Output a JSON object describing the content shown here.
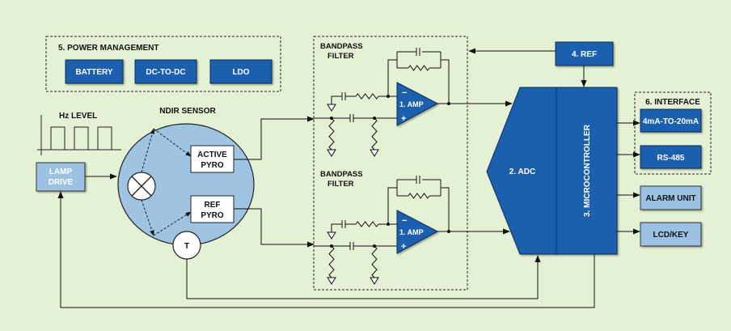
{
  "colors": {
    "background": "#e4f1d4",
    "dark_block": "#1a5fae",
    "light_block": "#9cc2e3",
    "sensor_fill": "#9fc4e2",
    "line": "#1a1a1a"
  },
  "power_management": {
    "title": "5. POWER MANAGEMENT",
    "blocks": [
      "BATTERY",
      "DC-TO-DC",
      "LDO"
    ]
  },
  "hz_level": {
    "label": "Hz LEVEL"
  },
  "lamp_drive": {
    "line1": "LAMP",
    "line2": "DRIVE"
  },
  "ndir_sensor": {
    "title": "NDIR SENSOR",
    "active_pyro": {
      "line1": "ACTIVE",
      "line2": "PYRO"
    },
    "ref_pyro": {
      "line1": "REF",
      "line2": "PYRO"
    },
    "thermistor": "T",
    "lamp_icon": "lamp-cross-icon"
  },
  "filters": [
    {
      "title_line1": "BANDPASS",
      "title_line2": "FILTER",
      "amp": {
        "name": "1. AMP",
        "minus": "−",
        "plus": "+"
      }
    },
    {
      "title_line1": "BANDPASS",
      "title_line2": "FILTER",
      "amp": {
        "name": "1. AMP",
        "minus": "−",
        "plus": "+"
      }
    }
  ],
  "adc": {
    "label": "2. ADC"
  },
  "microcontroller": {
    "label": "3. MICROCONTROLLER"
  },
  "ref": {
    "label": "4. REF"
  },
  "interface": {
    "title": "6. INTERFACE",
    "blocks": [
      "4mA-TO-20mA",
      "RS-485"
    ]
  },
  "outputs": [
    "ALARM UNIT",
    "LCD/KEY"
  ]
}
